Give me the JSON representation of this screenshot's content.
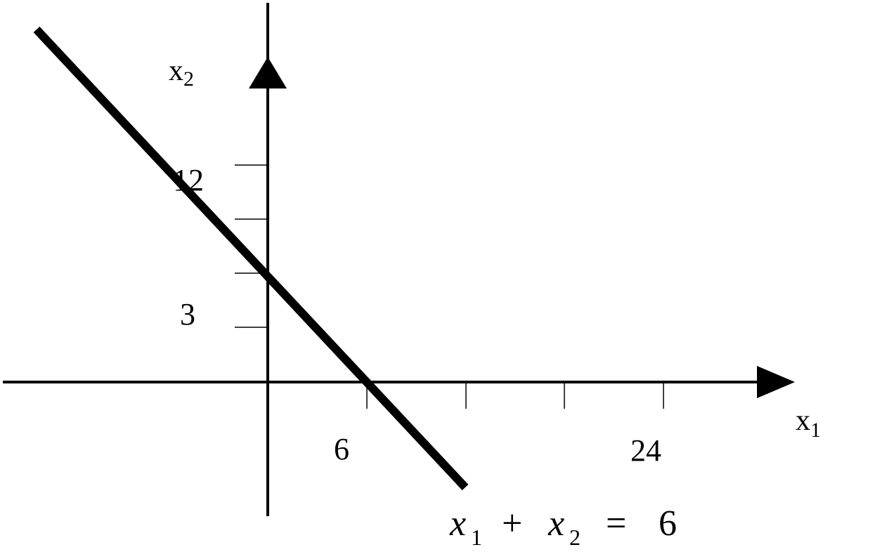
{
  "axes": {
    "x_label_main": "x",
    "x_label_sub": "1",
    "y_label_main": "x",
    "y_label_sub": "2"
  },
  "ticks": {
    "x_labels": [
      "6",
      "24"
    ],
    "y_labels": [
      "12",
      "3"
    ]
  },
  "constraint": {
    "var1": "x",
    "sub1": "1",
    "plus": "+",
    "var2": "x",
    "sub2": "2",
    "equals": "=",
    "rhs": "6"
  }
}
